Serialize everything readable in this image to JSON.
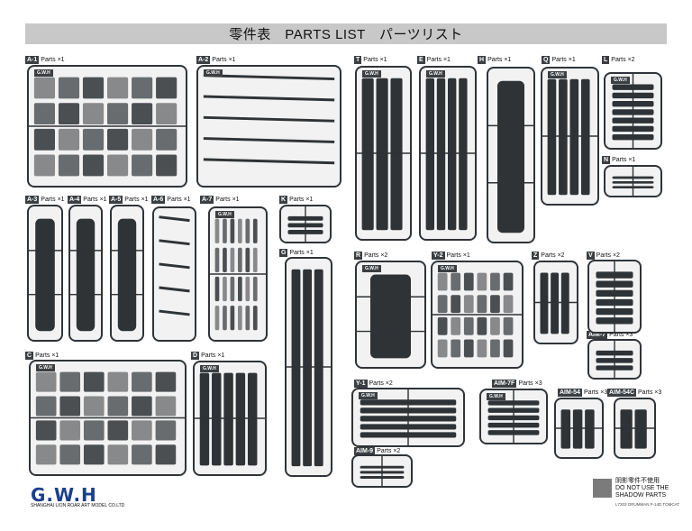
{
  "title": "零件表　PARTS LIST　パーツリスト",
  "parts_word": "Parts",
  "labels": [
    {
      "code": "A-1",
      "qty": "×1"
    },
    {
      "code": "A-2",
      "qty": "×1"
    },
    {
      "code": "T",
      "qty": "×1"
    },
    {
      "code": "E",
      "qty": "×1"
    },
    {
      "code": "H",
      "qty": "×1"
    },
    {
      "code": "Q",
      "qty": "×1"
    },
    {
      "code": "L",
      "qty": "×2"
    },
    {
      "code": "N",
      "qty": "×1"
    },
    {
      "code": "A-3",
      "qty": "×1"
    },
    {
      "code": "A-4",
      "qty": "×1"
    },
    {
      "code": "A-5",
      "qty": "×1"
    },
    {
      "code": "A-6",
      "qty": "×1"
    },
    {
      "code": "A-7",
      "qty": "×1"
    },
    {
      "code": "K",
      "qty": "×1"
    },
    {
      "code": "G",
      "qty": "×1"
    },
    {
      "code": "R",
      "qty": "×2"
    },
    {
      "code": "Y-2",
      "qty": "×1"
    },
    {
      "code": "Z",
      "qty": "×2"
    },
    {
      "code": "V",
      "qty": "×2"
    },
    {
      "code": "AIM-7",
      "qty": "×3"
    },
    {
      "code": "C",
      "qty": "×1"
    },
    {
      "code": "D",
      "qty": "×1"
    },
    {
      "code": "Y-1",
      "qty": "×2"
    },
    {
      "code": "AIM-7F",
      "qty": "×3"
    },
    {
      "code": "AIM-54",
      "qty": "×3"
    },
    {
      "code": "AIM-54C",
      "qty": "×3"
    },
    {
      "code": "AIM-9",
      "qty": "×2"
    }
  ],
  "sprue_tag": "G.W.H",
  "logo": "G.W.H",
  "company": "SHANGHAI LION ROAR ART MODEL CO.LTD",
  "shadow_note": {
    "line1": "阴影零件不使用",
    "line2": "DO NOT USE THE",
    "line3": "SHADOW PARTS"
  },
  "model_code": "L7203 GRUMMAN F-14D TOMCAT"
}
